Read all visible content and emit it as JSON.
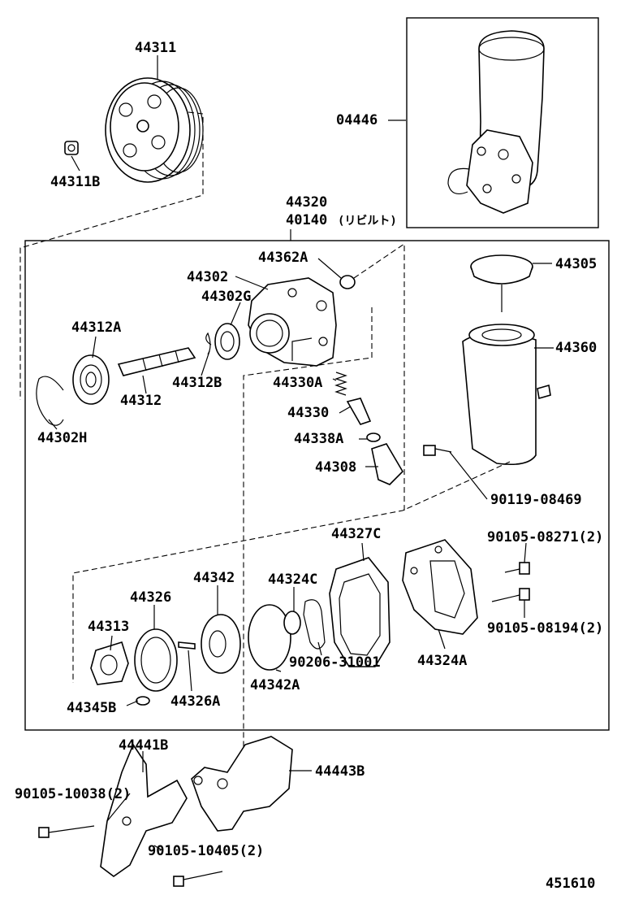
{
  "labels": {
    "l44311": "44311",
    "l44311b": "44311B",
    "l04446": "04446",
    "l44320": "44320",
    "l40140": "40140",
    "l40140_note": "(リビルト)",
    "l44362a": "44362A",
    "l44305": "44305",
    "l44302": "44302",
    "l44302g": "44302G",
    "l44312a": "44312A",
    "l44360": "44360",
    "l44312b": "44312B",
    "l44330a": "44330A",
    "l44312": "44312",
    "l44330": "44330",
    "l44302h": "44302H",
    "l44338a": "44338A",
    "l44308": "44308",
    "l90119_08469": "90119-08469",
    "l44327c": "44327C",
    "l90105_08271": "90105-08271(2)",
    "l44342": "44342",
    "l44324c": "44324C",
    "l44326": "44326",
    "l44313": "44313",
    "l90105_08194": "90105-08194(2)",
    "l90206_31001": "90206-31001",
    "l44324a": "44324A",
    "l44342a": "44342A",
    "l44345b": "44345B",
    "l44326a": "44326A",
    "l44441b": "44441B",
    "l44443b": "44443B",
    "l90105_10038": "90105-10038(2)",
    "l90105_10405": "90105-10405(2)",
    "l451610": "451610"
  }
}
